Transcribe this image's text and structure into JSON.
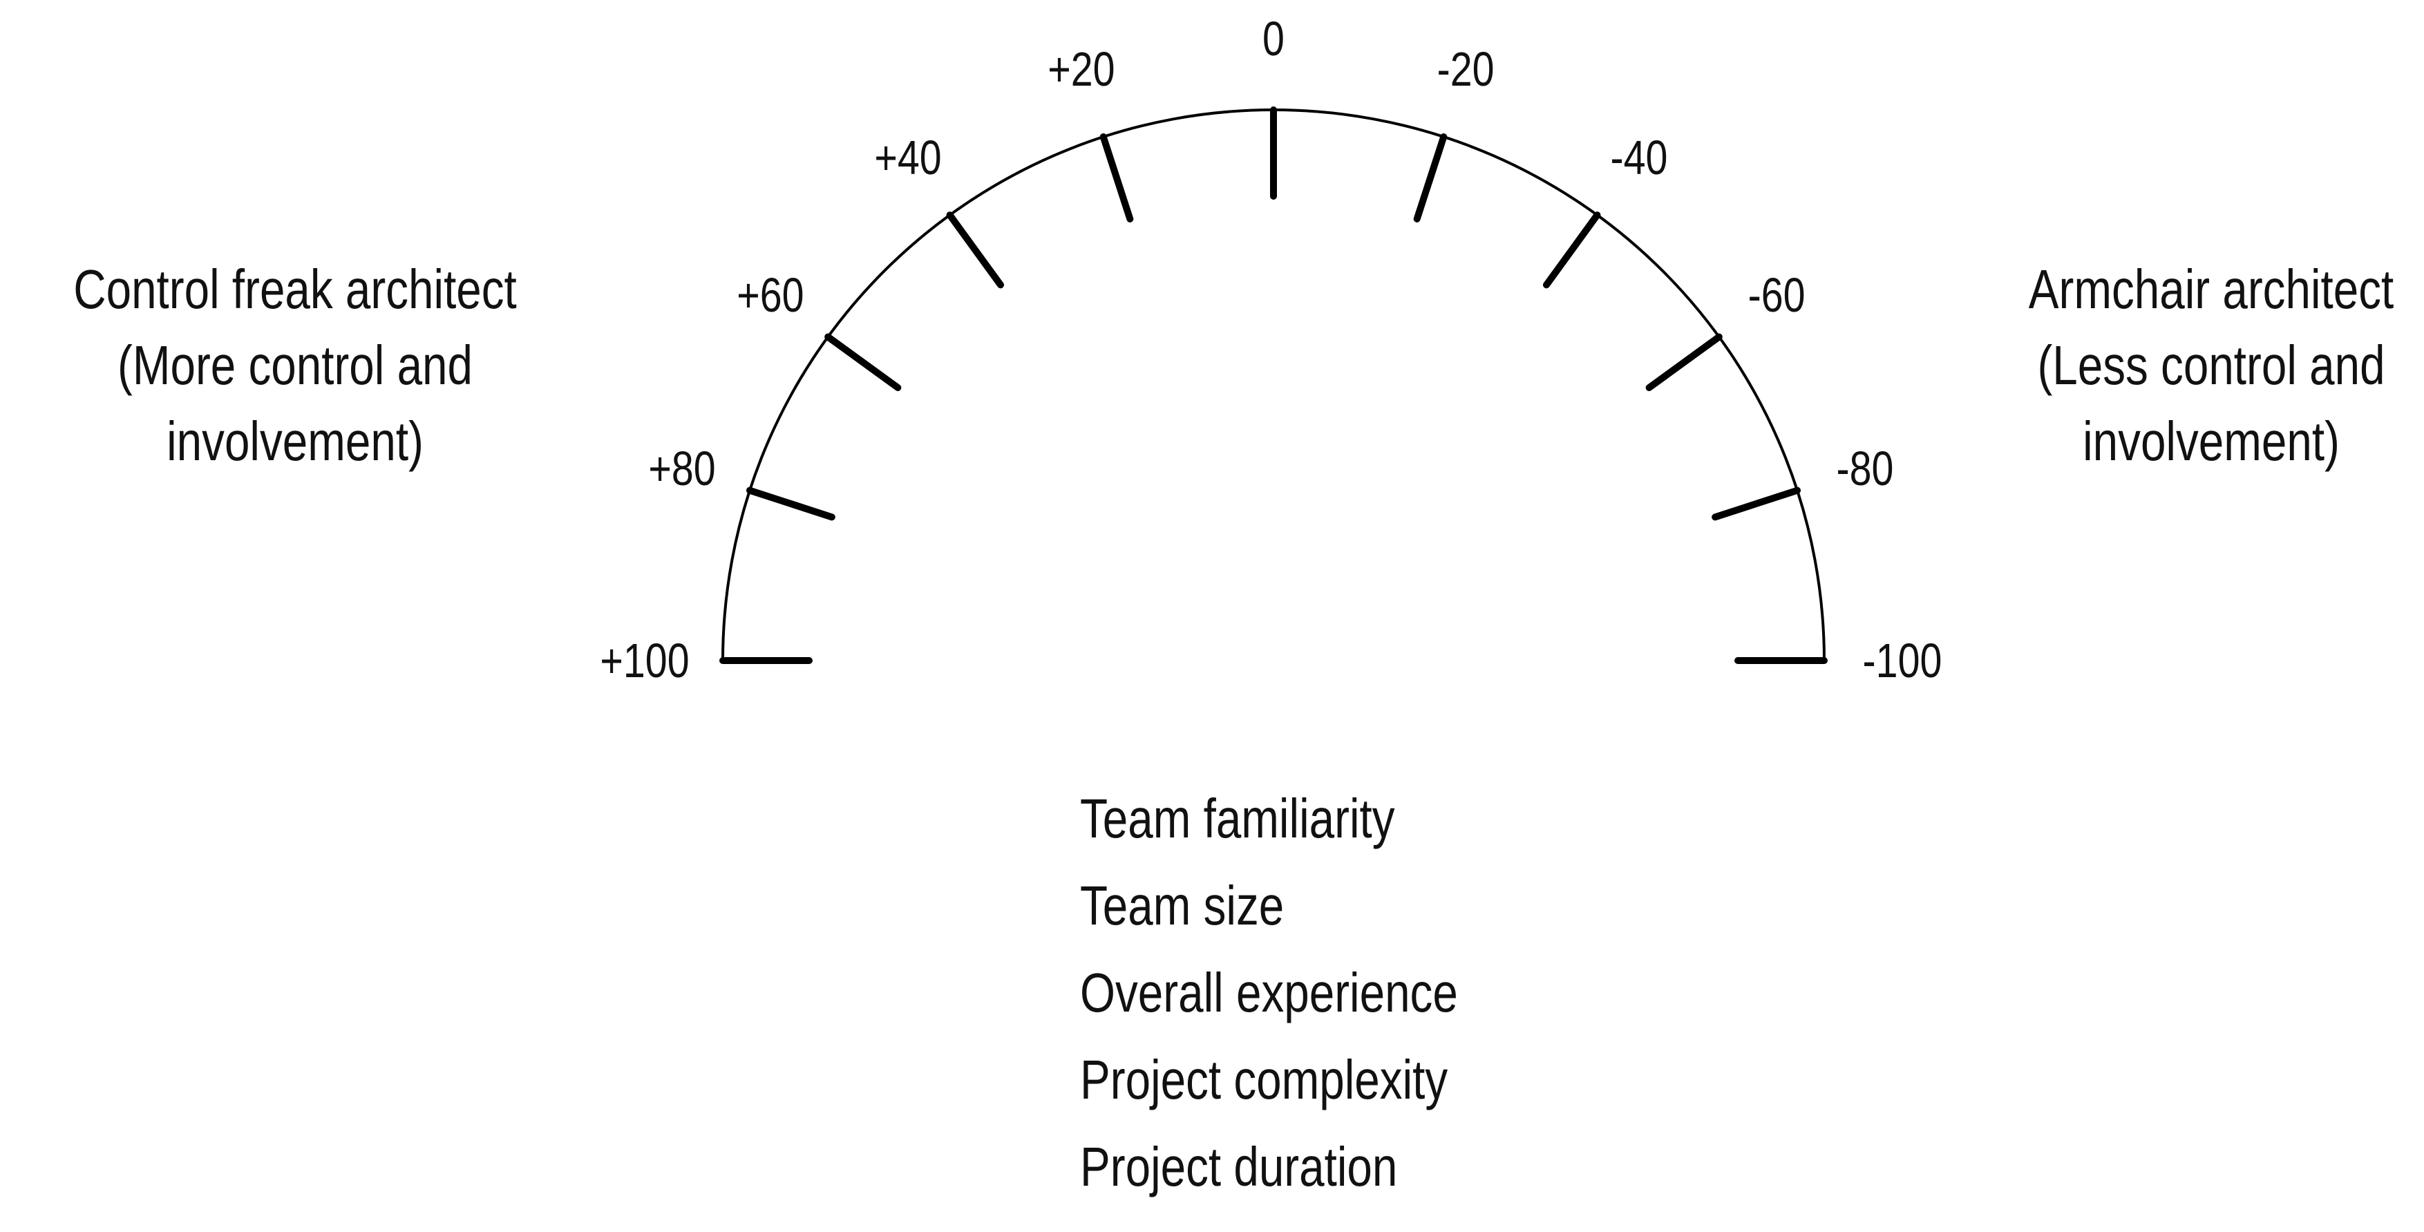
{
  "gauge": {
    "min": -100,
    "max": 100,
    "ticks": [
      "+100",
      "+80",
      "+60",
      "+40",
      "+20",
      "0",
      "-20",
      "-40",
      "-60",
      "-80",
      "-100"
    ],
    "stroke_color": "#000000"
  },
  "left_label": {
    "lines": [
      "Control freak architect",
      "(More control and",
      "involvement)"
    ]
  },
  "right_label": {
    "lines": [
      "Armchair architect",
      "(Less control and",
      "involvement)"
    ]
  },
  "factors": [
    "Team familiarity",
    "Team size",
    "Overall experience",
    "Project complexity",
    "Project duration"
  ]
}
